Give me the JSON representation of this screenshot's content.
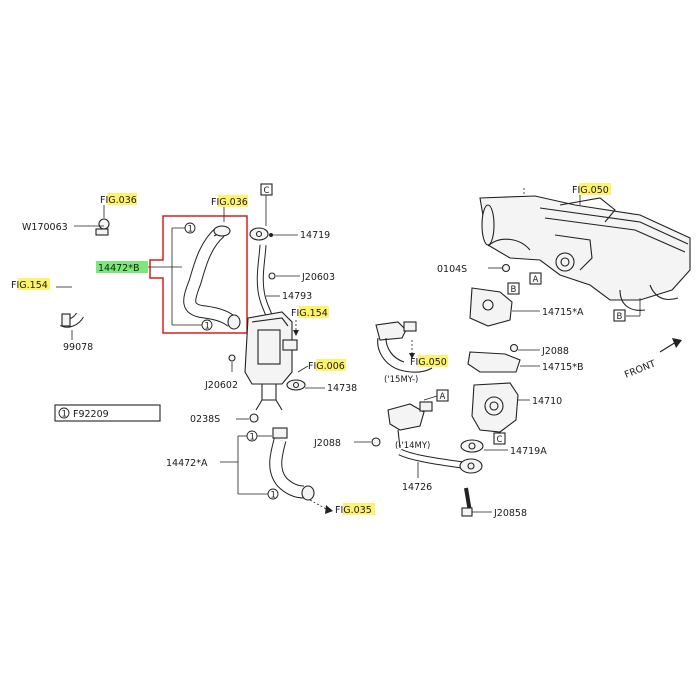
{
  "labels": {
    "fig036_left": "FIG.036",
    "w170063": "W170063",
    "fig154_left": "FIG.154",
    "n99078": "99078",
    "n14472b": "14472*B",
    "fig036_center": "FIG.036",
    "c_top": "C",
    "n14719": "14719",
    "j20603": "J20603",
    "n14793": "14793",
    "fig154_center": "FIG.154",
    "fig006": "FIG.006",
    "j20602": "J20602",
    "n14738": "14738",
    "f92209": "F92209",
    "circle_num": "1",
    "n0238s": "0238S",
    "n14472a": "14472*A",
    "fig035": "FIG.035",
    "fig050_mid": "FIG.050",
    "my15": "('15MY-)",
    "a_mid": "A",
    "j2088_left": "J2088",
    "my14": "(-'14MY)",
    "n14726": "14726",
    "fig050_right": "FIG.050",
    "n0104s": "0104S",
    "a_right": "A",
    "b_right_top": "B",
    "n14715a": "14715*A",
    "b_manifold": "B",
    "j2088_right": "J2088",
    "n14715b": "14715*B",
    "n14710": "14710",
    "c_right": "C",
    "n14719a": "14719A",
    "j20858": "J20858",
    "front": "FRONT"
  }
}
